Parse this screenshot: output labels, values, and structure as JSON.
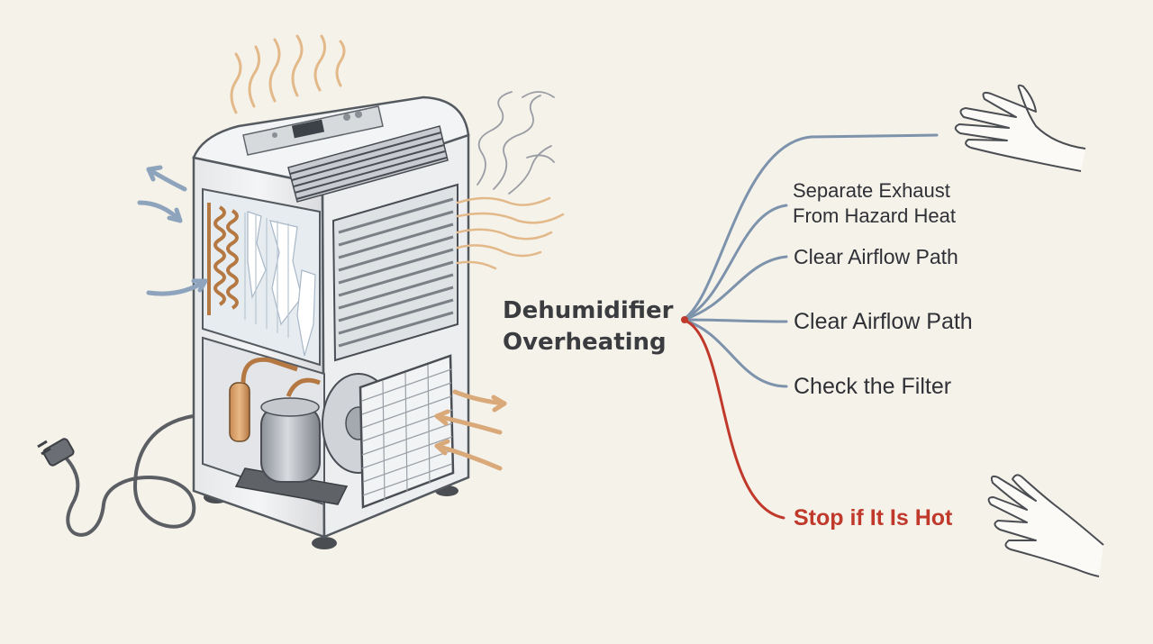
{
  "diagram": {
    "title_line1": "Dehumidifier",
    "title_line2": "Overheating",
    "branch_1_line1": "Separate Exhaust",
    "branch_1_line2": "From Hazard Heat",
    "branch_2": "Clear Airflow Path",
    "branch_3": "Clear Airflow Path",
    "branch_4": "Check the Filter",
    "branch_5": "Stop if It Is Hot"
  },
  "colors": {
    "background": "#f5f2ea",
    "branch_blue": "#7d93ac",
    "branch_red": "#c0392b",
    "text": "#2f3136",
    "warm_air": "#e3b98a",
    "cool_air": "#8ea4bd"
  },
  "icons": {
    "appliance": "dehumidifier-icon",
    "hand_top": "hand-icon",
    "hand_bottom": "hand-icon",
    "plug": "power-plug-icon"
  }
}
